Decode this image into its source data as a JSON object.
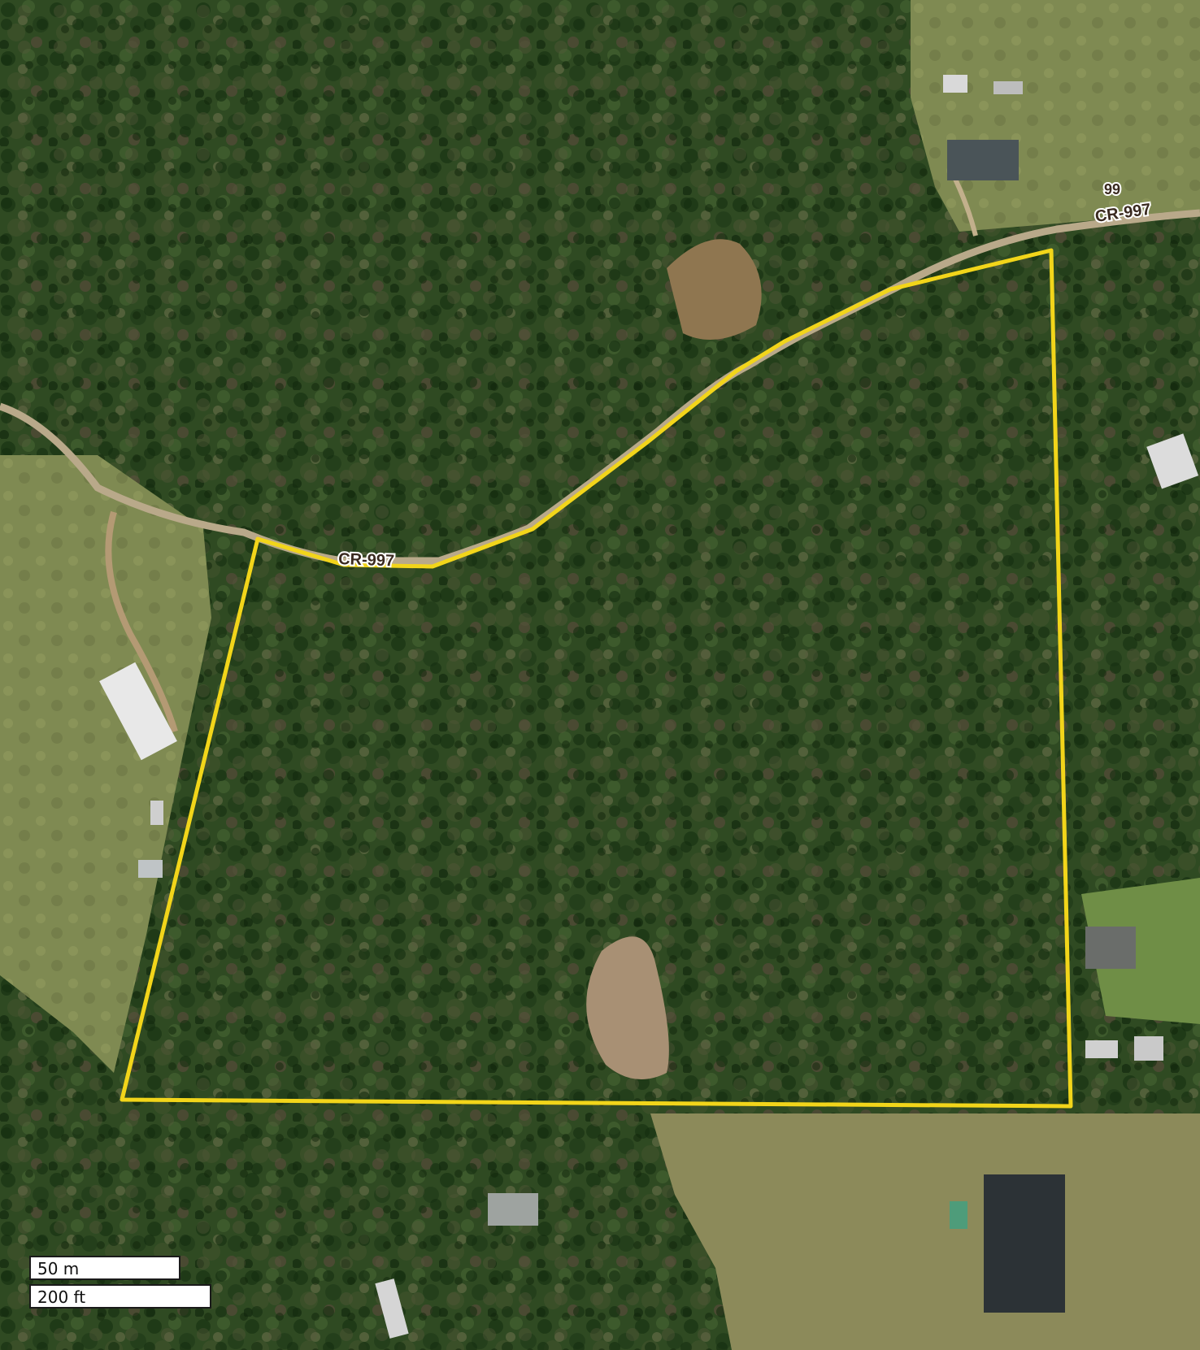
{
  "map": {
    "type": "satellite",
    "boundary_color": "#f2d51a",
    "labels": {
      "road_west": "CR-997",
      "road_east": "CR-997",
      "route_number": "99"
    },
    "scale_bar": {
      "metric": "50 m",
      "imperial": "200 ft"
    }
  }
}
